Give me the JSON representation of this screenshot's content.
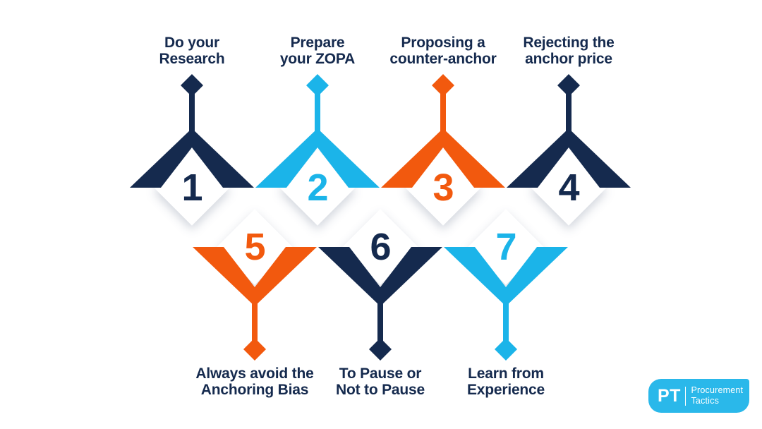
{
  "title": "Anchoring tactics infographic",
  "colors": {
    "navy": "#152A4E",
    "cyan": "#1BB4E9",
    "orange": "#F2590E",
    "label_text": "#152A4E",
    "logo_bg": "#2AB8EA",
    "card": "#FFFFFF",
    "background": "#FFFFFF"
  },
  "steps": [
    {
      "number": "1",
      "label": "Do your\nResearch",
      "color": "#152A4E",
      "row": "top"
    },
    {
      "number": "2",
      "label": "Prepare\nyour ZOPA",
      "color": "#1BB4E9",
      "row": "top"
    },
    {
      "number": "3",
      "label": "Proposing a\ncounter-anchor",
      "color": "#F2590E",
      "row": "top"
    },
    {
      "number": "4",
      "label": "Rejecting the\nanchor price",
      "color": "#152A4E",
      "row": "top"
    },
    {
      "number": "5",
      "label": "Always avoid the\nAnchoring Bias",
      "color": "#F2590E",
      "row": "bottom"
    },
    {
      "number": "6",
      "label": "To Pause or\nNot to Pause",
      "color": "#152A4E",
      "row": "bottom"
    },
    {
      "number": "7",
      "label": "Learn from\nExperience",
      "color": "#1BB4E9",
      "row": "bottom"
    }
  ],
  "logo": {
    "monogram": "PT",
    "name_line1": "Procurement",
    "name_line2": "Tactics"
  }
}
